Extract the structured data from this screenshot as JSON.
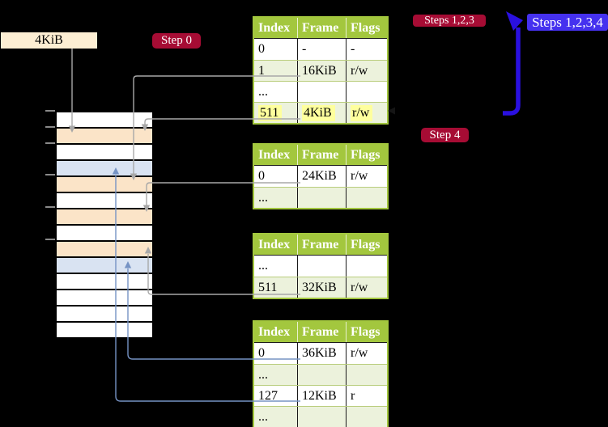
{
  "labels": {
    "frame_box": "4KiB"
  },
  "badges": {
    "step0": "Step 0",
    "steps123": "Steps 1,2,3",
    "steps1234": "Steps 1,2,3,4",
    "step4": "Step 4"
  },
  "page_tables": [
    {
      "columns": [
        "Index",
        "Frame",
        "Flags"
      ],
      "rows": [
        [
          "0",
          "-",
          "-"
        ],
        [
          "1",
          "16KiB",
          "r/w"
        ],
        [
          "...",
          "",
          ""
        ],
        [
          "511",
          "4KiB",
          "r/w"
        ]
      ],
      "highlight_row": 3
    },
    {
      "columns": [
        "Index",
        "Frame",
        "Flags"
      ],
      "rows": [
        [
          "0",
          "24KiB",
          "r/w"
        ],
        [
          "...",
          "",
          ""
        ]
      ],
      "highlight_row": -1
    },
    {
      "columns": [
        "Index",
        "Frame",
        "Flags"
      ],
      "rows": [
        [
          "...",
          "",
          ""
        ],
        [
          "511",
          "32KiB",
          "r/w"
        ]
      ],
      "highlight_row": -1
    },
    {
      "columns": [
        "Index",
        "Frame",
        "Flags"
      ],
      "rows": [
        [
          "0",
          "36KiB",
          "r/w"
        ],
        [
          "...",
          "",
          ""
        ],
        [
          "127",
          "12KiB",
          "r"
        ],
        [
          "...",
          "",
          ""
        ]
      ],
      "highlight_row": -1
    }
  ],
  "memory_strip": {
    "cell_types": [
      "plain",
      "pagetable",
      "plain",
      "frame",
      "pagetable",
      "plain",
      "pagetable",
      "plain",
      "pagetable",
      "frame",
      "plain",
      "plain",
      "plain",
      "plain"
    ],
    "tick_count": 6
  },
  "connectors": [
    {
      "id": "label-4kib-to-strip",
      "color": "gray"
    },
    {
      "id": "table1-row-1-to-strip",
      "color": "gray"
    },
    {
      "id": "table1-row-511-to-strip",
      "color": "gray"
    },
    {
      "id": "table2-row-0-to-strip",
      "color": "gray"
    },
    {
      "id": "table3-row-511-to-strip",
      "color": "gray"
    },
    {
      "id": "table4-row-0-to-strip",
      "color": "blue"
    },
    {
      "id": "table4-row-127-to-strip",
      "color": "blue"
    },
    {
      "id": "recursive-loop",
      "color": "thick-blue"
    }
  ],
  "colors": {
    "background": "#000000",
    "badge_red": "#a60c34",
    "badge_blue": "#4531ef",
    "table_header_green": "#a3c73e",
    "table_alt_row": "#ecf2dc",
    "highlight_yellow": "#feff9d",
    "memory_pagetable_wheat": "#fbe4c8",
    "memory_mapped_blue": "#d9e3f2",
    "frame_label_cream": "#fdeed3",
    "connector_gray": "#a8a8a8",
    "connector_blue": "#7693c4",
    "recursive_arrow_blue": "#2a10e0"
  }
}
